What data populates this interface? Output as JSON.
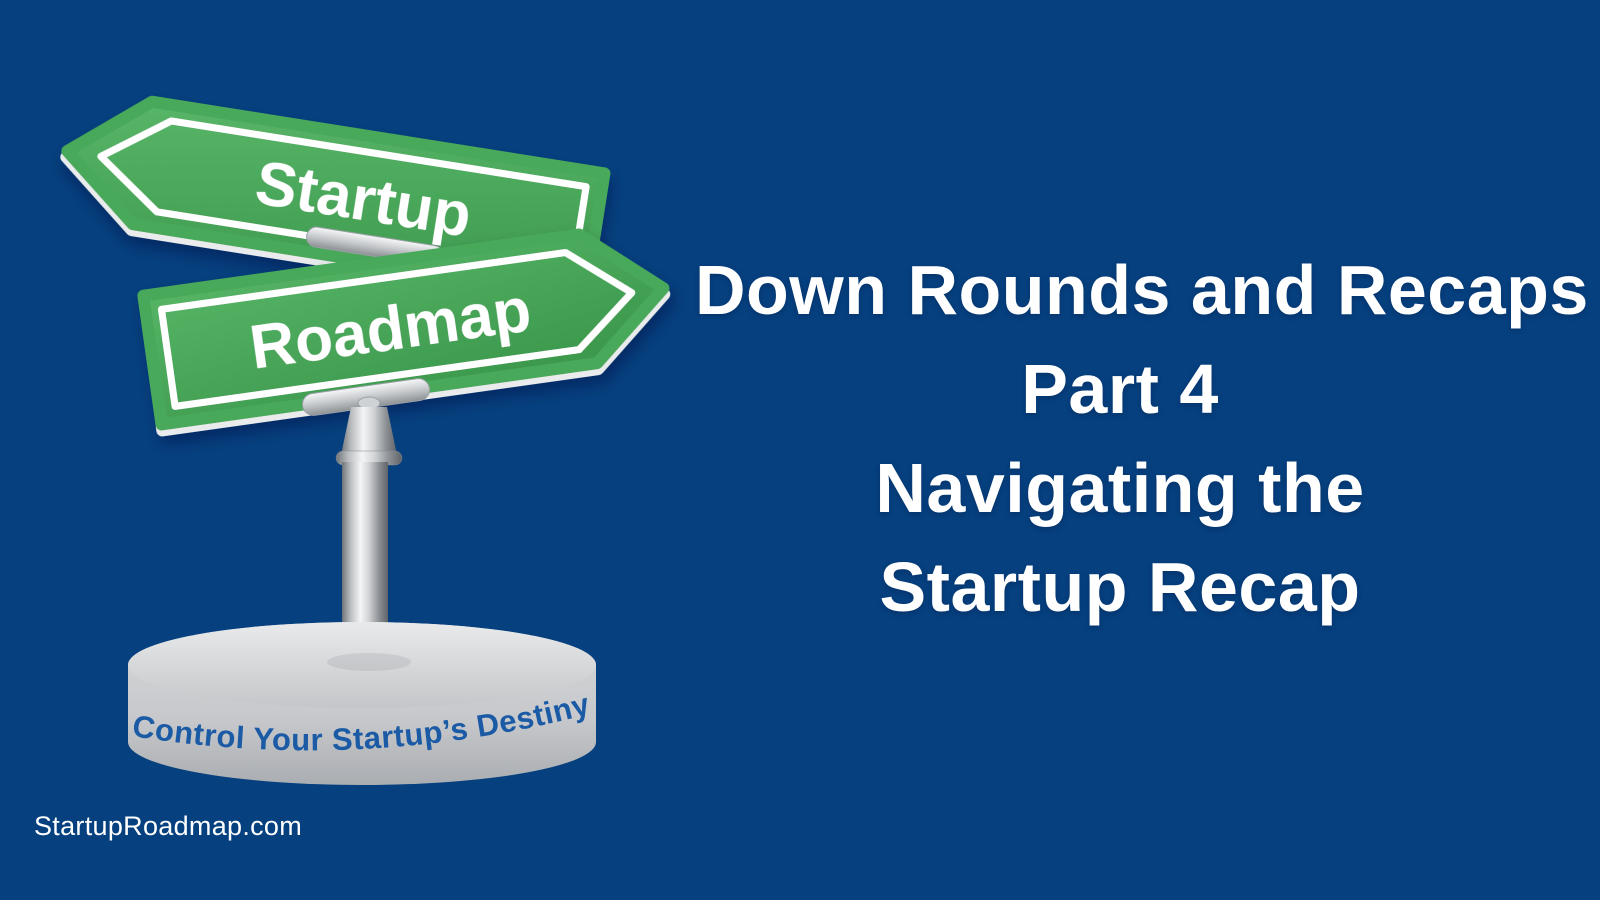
{
  "colors": {
    "background": "#06407f",
    "sign_green": "#4cac5c",
    "sign_green_dark": "#2c8040",
    "sign_border_white": "#ffffff",
    "base_caption_blue": "#1b5aa5",
    "title_text": "#ffffff",
    "pole_silver": "#c7cacd"
  },
  "signpost": {
    "top_sign_label": "Startup",
    "bottom_sign_label": "Roadmap",
    "base_caption": "Control Your Startup’s Destiny"
  },
  "title": {
    "lines": [
      "Down Rounds and Recaps",
      "Part 4",
      "Navigating the",
      "Startup Recap"
    ]
  },
  "footer": {
    "website": "StartupRoadmap.com"
  }
}
